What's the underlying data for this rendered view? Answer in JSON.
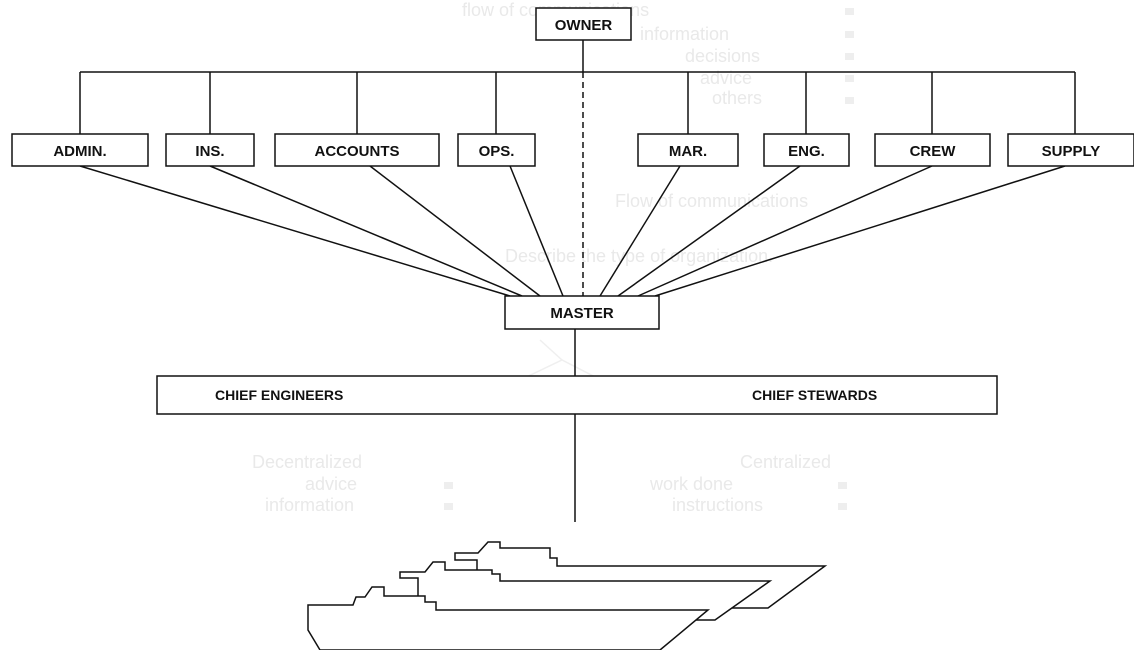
{
  "diagram": {
    "owner": "OWNER",
    "departments": [
      "ADMIN.",
      "INS.",
      "ACCOUNTS",
      "OPS.",
      "MAR.",
      "ENG.",
      "CREW",
      "SUPPLY"
    ],
    "master": "MASTER",
    "chief_engineers": "CHIEF ENGINEERS",
    "chief_stewards": "CHIEF STEWARDS"
  },
  "ghost_text": {
    "top_lines": [
      "flow of communications",
      "information",
      "decisions",
      "advice",
      "others"
    ],
    "mid_line": "Flow of communications",
    "question": "Describe the type of organization.",
    "centralized_heading": "Centralized",
    "centralized_items": [
      "work done",
      "instructions"
    ],
    "decentralized_heading": "Decentralized",
    "decentralized_items": [
      "advice",
      "information"
    ]
  },
  "colors": {
    "line": "#111111",
    "box_fill": "#ffffff",
    "ghost": "#e9e9e9"
  }
}
